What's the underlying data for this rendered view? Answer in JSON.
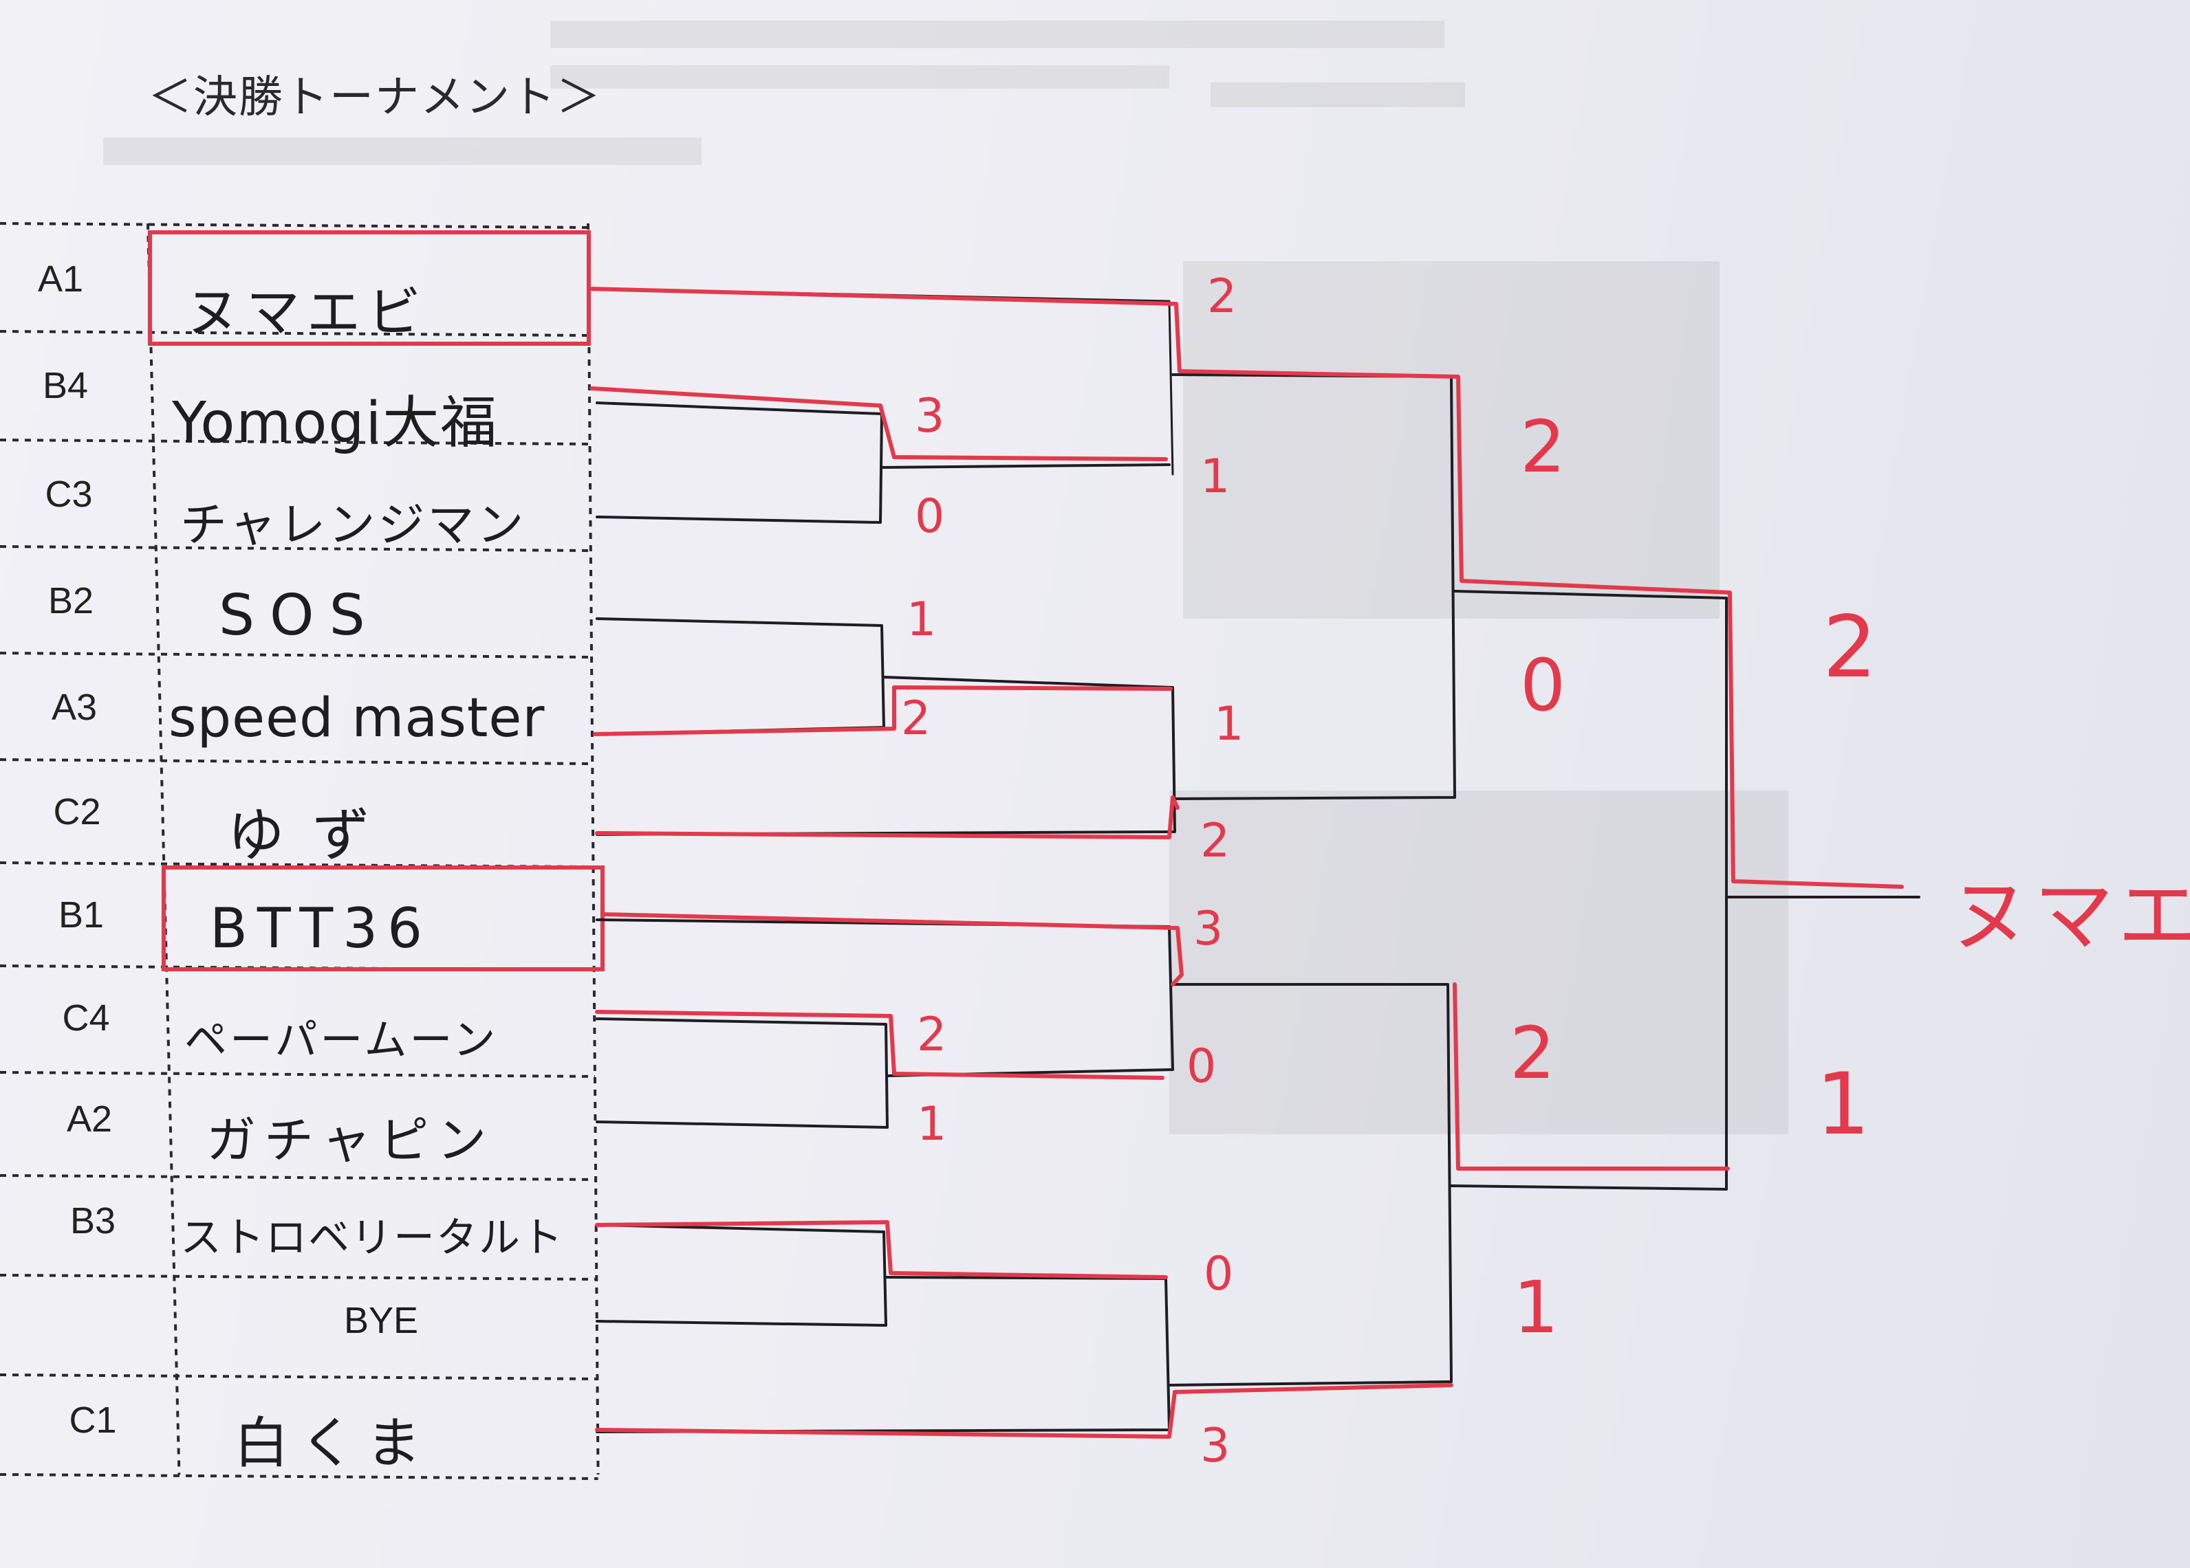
{
  "header": {
    "title": "＜決勝トーナメント＞"
  },
  "entries": [
    {
      "seed": "A1",
      "team": "ヌマエビ"
    },
    {
      "seed": "B4",
      "team": "Yomogi大福"
    },
    {
      "seed": "C3",
      "team": "チャレンジマン"
    },
    {
      "seed": "B2",
      "team": "SOS"
    },
    {
      "seed": "A3",
      "team": "speed master"
    },
    {
      "seed": "C2",
      "team": "ゆず"
    },
    {
      "seed": "B1",
      "team": "BTT36"
    },
    {
      "seed": "C4",
      "team": "ペーパームーン"
    },
    {
      "seed": "A2",
      "team": "ガチャピン"
    },
    {
      "seed": "B3",
      "team": "ストロベリータルト"
    },
    {
      "seed": "",
      "team": "BYE"
    },
    {
      "seed": "C1",
      "team": "白くま"
    }
  ],
  "scores": {
    "r1_m1_top": "3",
    "r1_m1_bottom": "0",
    "r1_m2_top": "1",
    "r1_m2_bottom": "2",
    "r1_m3_top": "2",
    "r1_m3_bottom": "1",
    "r2_m1_top": "2",
    "r2_m1_bottom": "1",
    "r2_m2_top": "1",
    "r2_m2_bottom": "2",
    "r2_m3_top": "3",
    "r2_m3_bottom": "0",
    "r2_m4_top": "0",
    "r2_m4_bottom": "3",
    "sf_m1_top": "2",
    "sf_m1_bottom": "0",
    "sf_m2_top": "2",
    "sf_m2_bottom": "1",
    "final_top": "2",
    "final_bottom": "1"
  },
  "champion": "ヌマエビ",
  "colors": {
    "ink": "#1d1d22",
    "red_pen": "#e23a4c",
    "paper": "#ededf3",
    "dotted": "#2a2a2e"
  }
}
